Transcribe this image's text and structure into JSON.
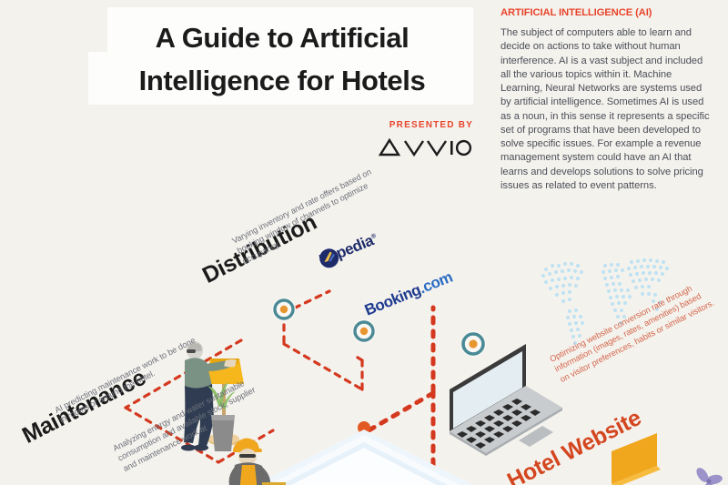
{
  "page": {
    "background_color": "#f4f2ed",
    "accent_red": "#e8452c",
    "accent_orange": "#d4461f",
    "node_teal": "#4a8a96",
    "node_orange": "#e8962f",
    "body_gray": "#4b4f58"
  },
  "header": {
    "title_line_1": "A Guide to Artificial",
    "title_line_2": "Intelligence for Hotels",
    "presented_by": "PRESENTED BY",
    "brand": "AVVIO"
  },
  "sidebar": {
    "heading": "ARTIFICIAL INTELLIGENCE (AI)",
    "body": "The subject of computers able to learn and decide on actions to take without human interference. AI is a vast subject and included all the various topics within it. Machine Learning, Neural Networks are systems used by artificial intelligence. Sometimes AI is used as a noun, in this sense it represents a specific set of programs that have been developed to solve specific issues. For example a revenue management system could have an AI that learns and develops solutions to solve pricing issues as related to event patterns."
  },
  "sections": {
    "distribution": {
      "heading": "Distribution",
      "body": "Varying inventory and rate offers based on booking window of channels to optimize occupancy."
    },
    "maintenance": {
      "heading": "Maintenance",
      "body_1": "AI predicting maintenance work to be done in rooms or around the hotel.",
      "body_2": "Analyzing energy and water sustainable consumption and available stock, supplier and maintenance work at"
    },
    "hotel_website": {
      "heading": "Hotel Website",
      "body": "Optimizing website conversion rate through information (images, rates, amenities) based on visitor preferences, habits or similar visitors."
    }
  },
  "logos": {
    "expedia": "Expedia",
    "expedia_mark": "®",
    "booking_name": "Booking",
    "booking_tld": ".com"
  },
  "illustrations": [
    {
      "name": "person-fixing-lamp",
      "label": "Person adjusting a floor lamp with potted plant"
    },
    {
      "name": "maintenance-worker",
      "label": "Worker in hard hat carrying toolbox"
    },
    {
      "name": "isometric-laptop",
      "label": "Isometric laptop showing website app tiles"
    },
    {
      "name": "dotted-world-map",
      "label": "Light blue dotted world map"
    },
    {
      "name": "isometric-hotel-base",
      "label": "Pale blue isometric platform"
    },
    {
      "name": "isometric-monitor",
      "label": "Orange isometric monitor"
    },
    {
      "name": "pinwheel-shape",
      "label": "Purple pinwheel graphic"
    }
  ]
}
